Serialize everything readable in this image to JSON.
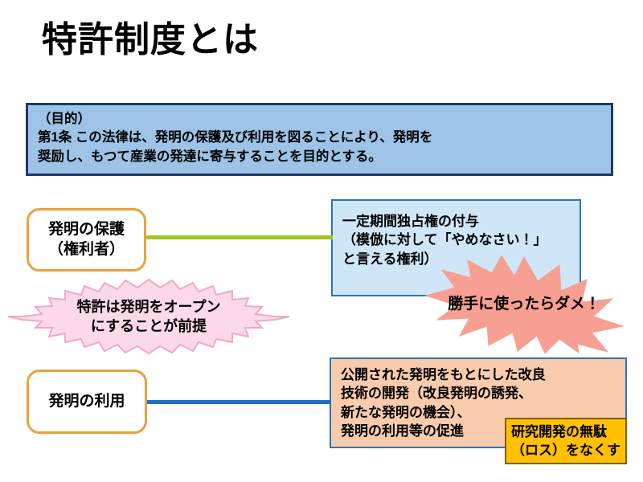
{
  "slide": {
    "title": "特許制度とは",
    "background_color": "#ffffff"
  },
  "law_box": {
    "text": "（目的）\n第1条  この法律は、発明の保護及び利用を図ることにより、発明を\n  奨励し、もつて産業の発達に寄与することを目的とする。",
    "fill_color": "#9dc3e6",
    "border_color": "#1f3864"
  },
  "branches": [
    {
      "label": "発明の保護\n（権利者）",
      "connector_color": "#a4c425",
      "detail": "一定期間独占権の付与\n（模倣に対して「やめなさい！」\n  と言える権利）",
      "detail_fill": "#cfe6f7",
      "detail_border": "#2e75b6"
    },
    {
      "label": "発明の利用",
      "connector_color": "#1f6fc4",
      "detail": "公開された発明をもとにした改良\n技術の開発（改良発明の誘発、\n新たな発明の機会）、\n発明の利用等の促進",
      "detail_fill": "#f8cbad",
      "detail_border": "#2e75b6"
    }
  ],
  "bursts": {
    "open_premise": {
      "text": "特許は発明をオープン\nにすることが前提",
      "fill_color": "#fbd9e6",
      "edge_color": "#f0a9c8"
    },
    "no_unauthorized_use": {
      "text": "勝手に使ったらダメ！",
      "fill_color": "#f79f93",
      "edge_color": "#f79f93"
    }
  },
  "waste_box": {
    "text": "研究開発の無駄\n（ロス）をなくす",
    "fill_color": "#ffc000",
    "border_color": "#7f6000"
  }
}
